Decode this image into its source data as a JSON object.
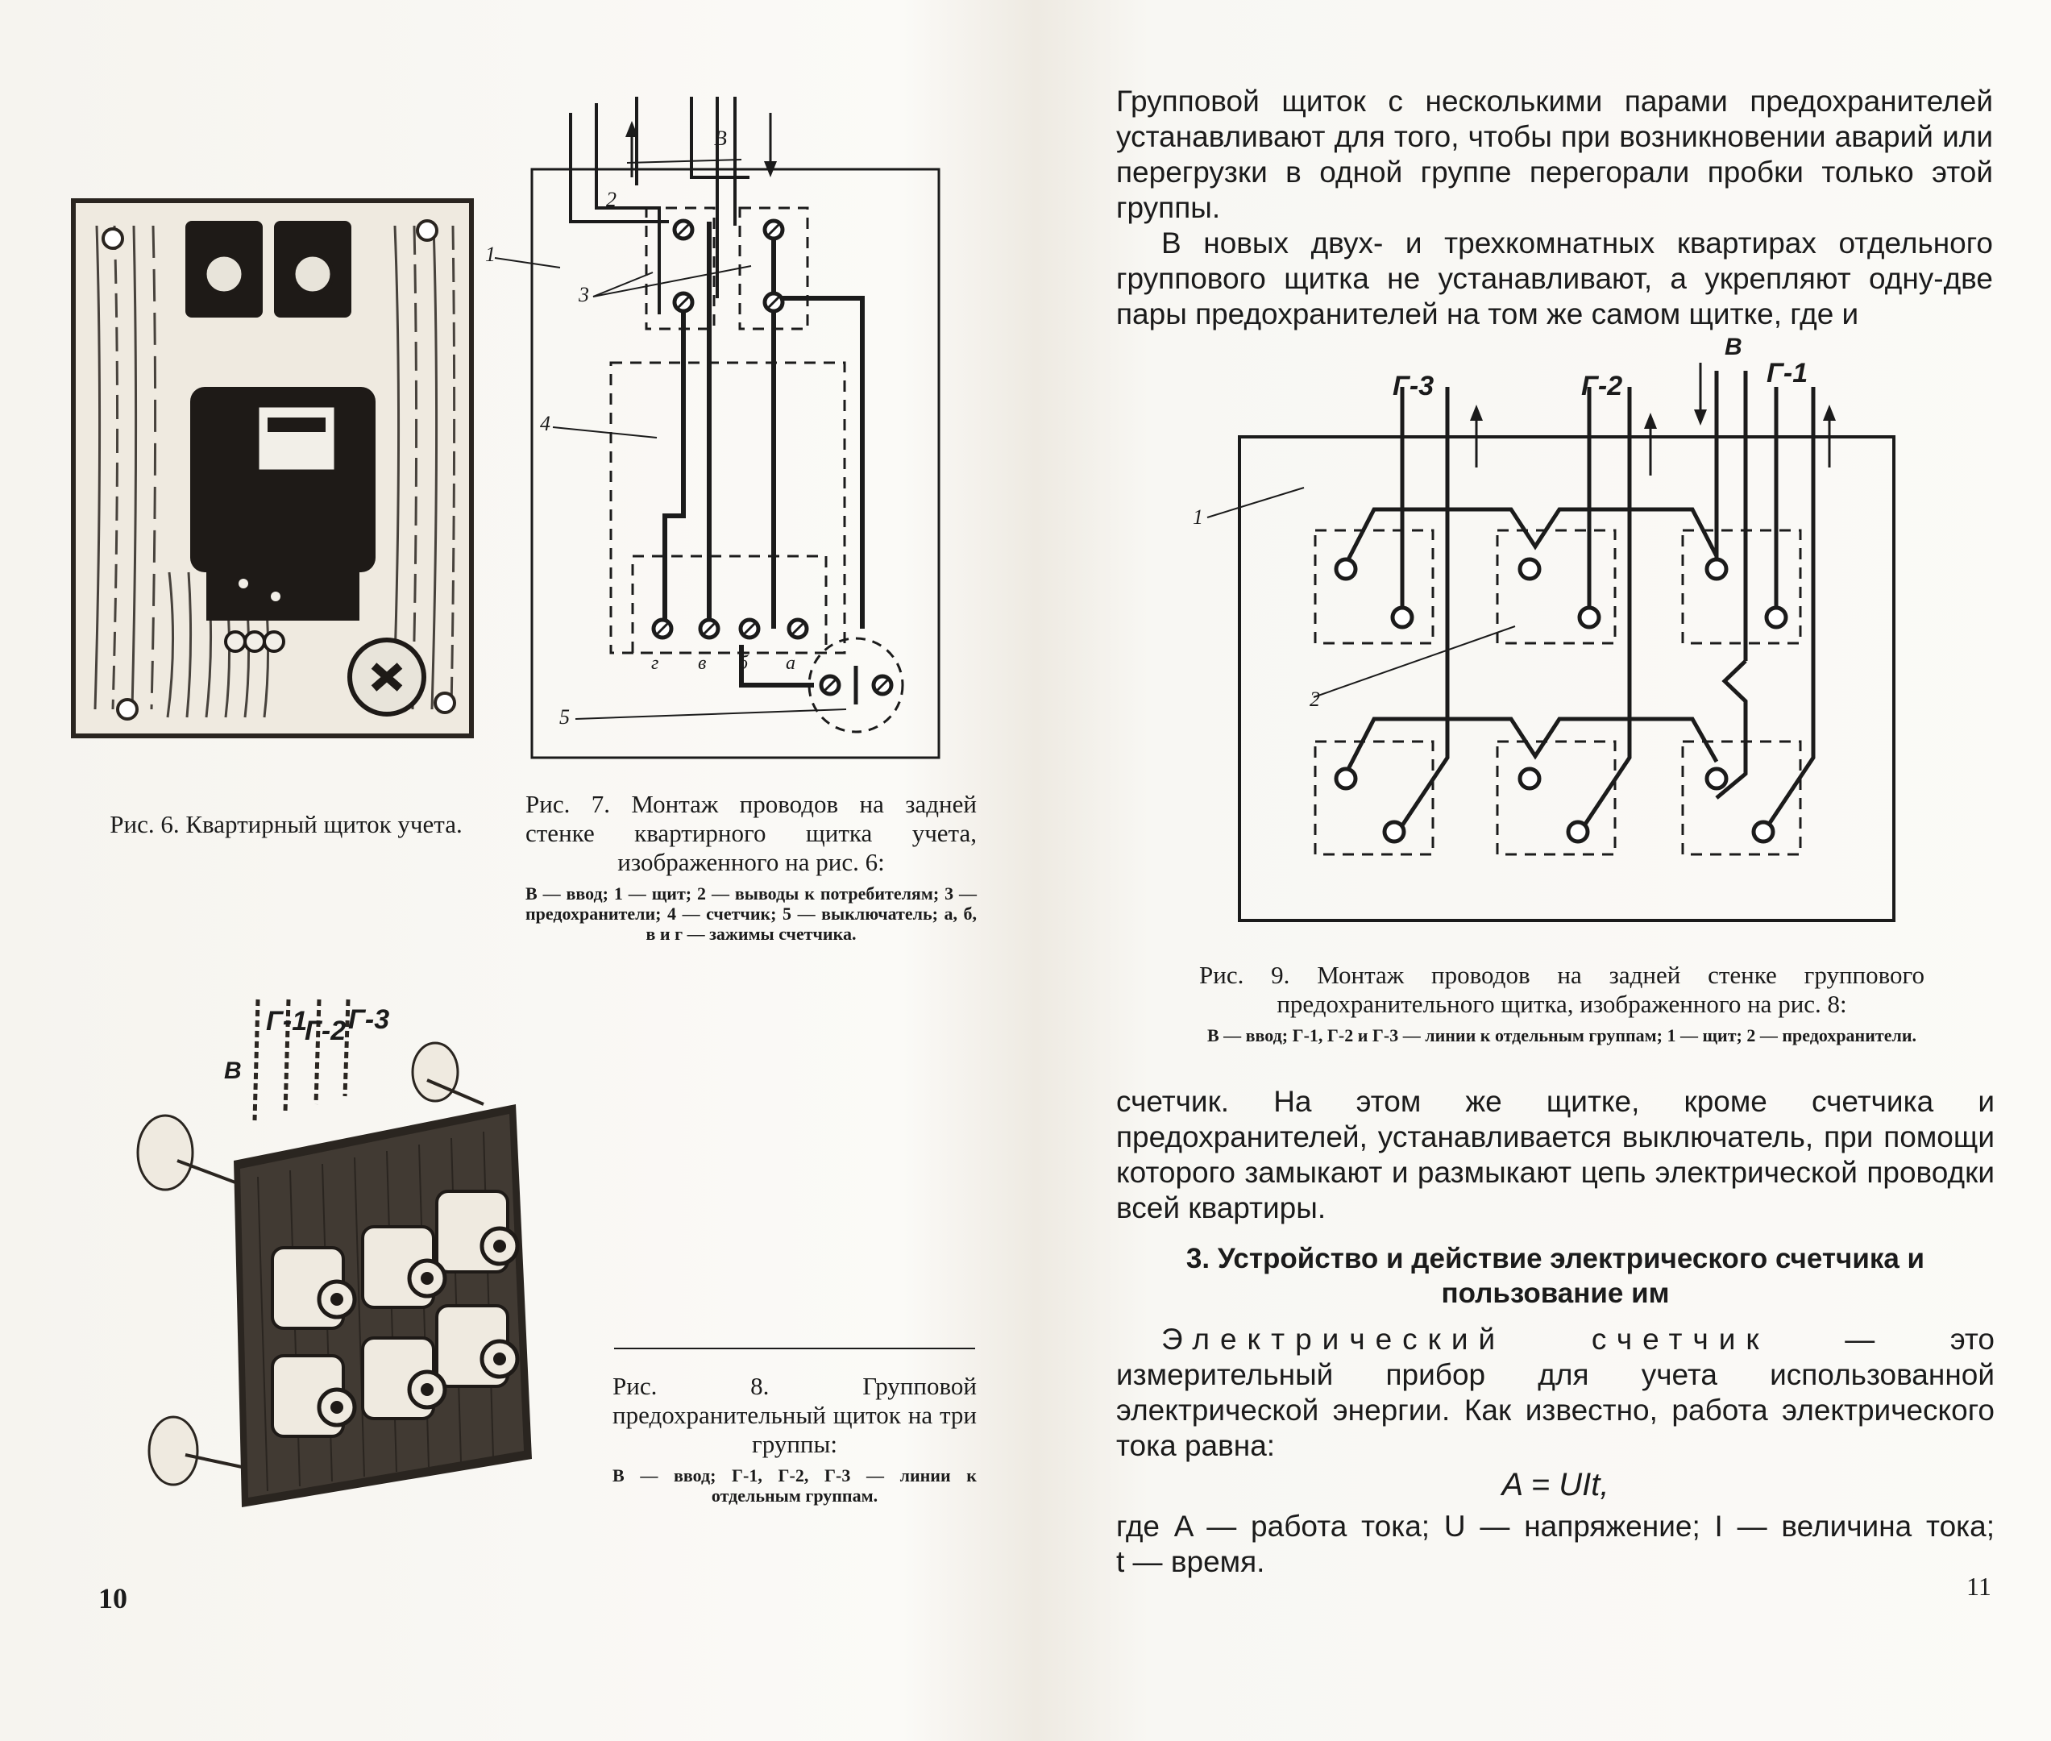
{
  "left_page": {
    "page_number": "10",
    "fig6": {
      "caption": "Рис. 6. Квартирный щиток учета."
    },
    "fig7": {
      "caption": "Рис. 7. Монтаж проводов на задней стенке квартирного щитка учета, изображенного на рис. 6:",
      "legend": "В — ввод; 1 — щит; 2 — выводы к потребителям; 3 — предохранители; 4 — счетчик; 5 — выключатель; а, б, в и г — зажимы счетчика.",
      "labels": {
        "B": "В",
        "n1": "1",
        "n2": "2",
        "n3": "3",
        "n4": "4",
        "n5": "5",
        "g": "г",
        "v": "в",
        "b": "б",
        "a": "а"
      }
    },
    "fig8": {
      "caption": "Рис. 8. Групповой предохранительный щиток на три группы:",
      "legend": "В — ввод; Г-1, Г-2, Г-3 — линии к отдельным группам.",
      "labels": {
        "g1": "Г-1",
        "g2": "Г-2",
        "g3": "Г-3",
        "B": "В"
      }
    }
  },
  "right_page": {
    "page_number": "11",
    "para1": "Групповой щиток с несколькими парами предохранителей устанавливают для того, чтобы при возникновении аварий или перегрузки в одной группе перегорали пробки только этой группы.",
    "para2": "В новых двух- и трехкомнатных квартирах отдельного группового щитка не устанавливают, а укрепляют одну-две пары предохранителей на том же самом щитке, где и",
    "fig9": {
      "caption": "Рис. 9. Монтаж проводов на задней стенке группового предохранительного щитка, изображенного на рис. 8:",
      "legend": "В — ввод; Г-1, Г-2 и Г-3 — линии к отдельным группам; 1 — щит; 2 — предохранители.",
      "labels": {
        "g3": "Г-3",
        "g2": "Г-2",
        "g1": "Г-1",
        "B": "В",
        "n1": "1",
        "n2": "2"
      }
    },
    "para3": "счетчик. На этом же щитке, кроме счетчика и предохранителей, устанавливается выключатель, при помощи которого замыкают и размыкают цепь электрической проводки всей квартиры.",
    "section_heading": "3. Устройство и действие электрического счетчика и пользование им",
    "para4_term": "Электрический счетчик",
    "para4_rest": " — это измерительный прибор для учета использованной электрической энергии. Как известно, работа электрического тока равна:",
    "formula": "A = UIt,",
    "para5_line1": "где A — работа тока; U — напряжение; I — величина тока;",
    "para5_line2": "t — время."
  }
}
